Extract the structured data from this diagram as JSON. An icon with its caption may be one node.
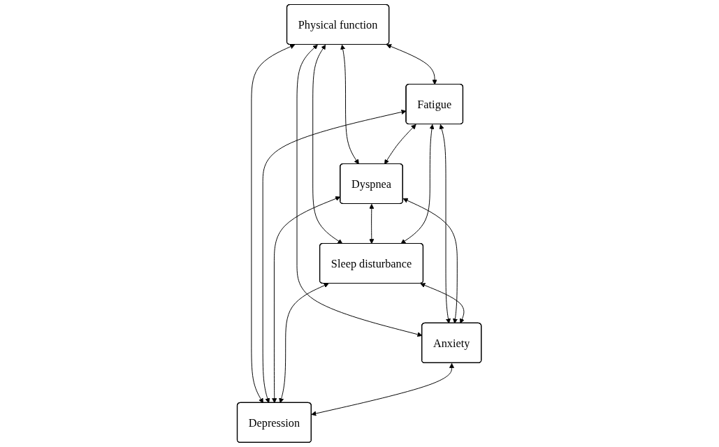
{
  "diagram": {
    "nodes": [
      {
        "text": [
          "Physical function"
        ]
      },
      {
        "text": [
          "Fatigue"
        ]
      },
      {
        "text": [
          "Dyspnea"
        ]
      },
      {
        "text": [
          "Sleep disturbance"
        ]
      },
      {
        "text": [
          "Anxiety"
        ]
      },
      {
        "text": [
          "Depression"
        ]
      }
    ],
    "edges": [
      {
        "from": 0,
        "to": 1,
        "arrow": "both"
      },
      {
        "from": 0,
        "to": 2,
        "arrow": "both"
      },
      {
        "from": 0,
        "to": 3,
        "arrow": "both"
      },
      {
        "from": 0,
        "to": 4,
        "arrow": "both"
      },
      {
        "from": 0,
        "to": 5,
        "arrow": "both"
      },
      {
        "from": 1,
        "to": 2,
        "arrow": "both"
      },
      {
        "from": 2,
        "to": 3,
        "arrow": "both"
      },
      {
        "from": 1,
        "to": 4,
        "arrow": "both"
      },
      {
        "from": 1,
        "to": 5,
        "arrow": "both"
      },
      {
        "from": 1,
        "to": 3,
        "arrow": "both"
      },
      {
        "from": 2,
        "to": 4,
        "arrow": "both"
      },
      {
        "from": 2,
        "to": 5,
        "arrow": "both"
      },
      {
        "from": 3,
        "to": 4,
        "arrow": "both"
      },
      {
        "from": 3,
        "to": 5,
        "arrow": "both"
      },
      {
        "from": 4,
        "to": 5,
        "arrow": "both"
      }
    ]
  }
}
